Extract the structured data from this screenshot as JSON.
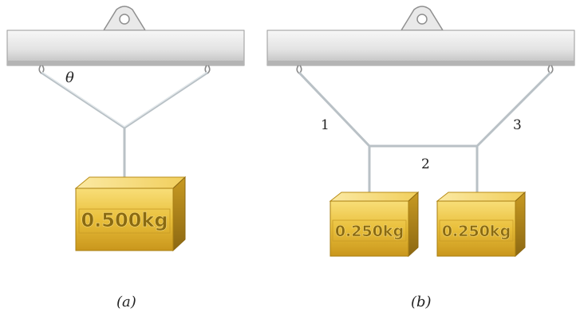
{
  "panel_a": {
    "angle_label": "θ",
    "mass_label": "0.500kg",
    "caption": "(a)"
  },
  "panel_b": {
    "rope_1_label": "1",
    "rope_2_label": "2",
    "rope_3_label": "3",
    "mass_left_label": "0.250kg",
    "mass_right_label": "0.250kg",
    "caption": "(b)"
  },
  "colors": {
    "beam": "#e4e4e4",
    "beam_edge": "#9a9a9a",
    "rope": "#b9c1c6",
    "gold_light": "#f3d76b",
    "gold_dark": "#b98d17"
  }
}
